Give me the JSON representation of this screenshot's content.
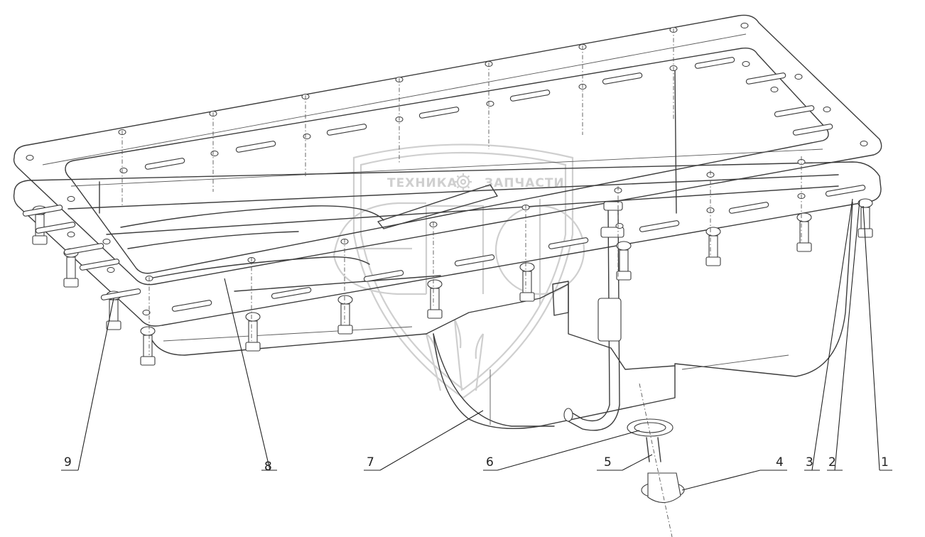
{
  "watermark": {
    "word_left": "ТЕХНИКА",
    "word_right": "ЗАПЧАСТИ",
    "icon": "gear-icon",
    "color": "#cfcfcf"
  },
  "callouts": [
    {
      "id": "1",
      "label": "1"
    },
    {
      "id": "2",
      "label": "2"
    },
    {
      "id": "3",
      "label": "3"
    },
    {
      "id": "4",
      "label": "4"
    },
    {
      "id": "5",
      "label": "5"
    },
    {
      "id": "6",
      "label": "6"
    },
    {
      "id": "7",
      "label": "7"
    },
    {
      "id": "8",
      "label": "8"
    },
    {
      "id": "9",
      "label": "9"
    }
  ]
}
